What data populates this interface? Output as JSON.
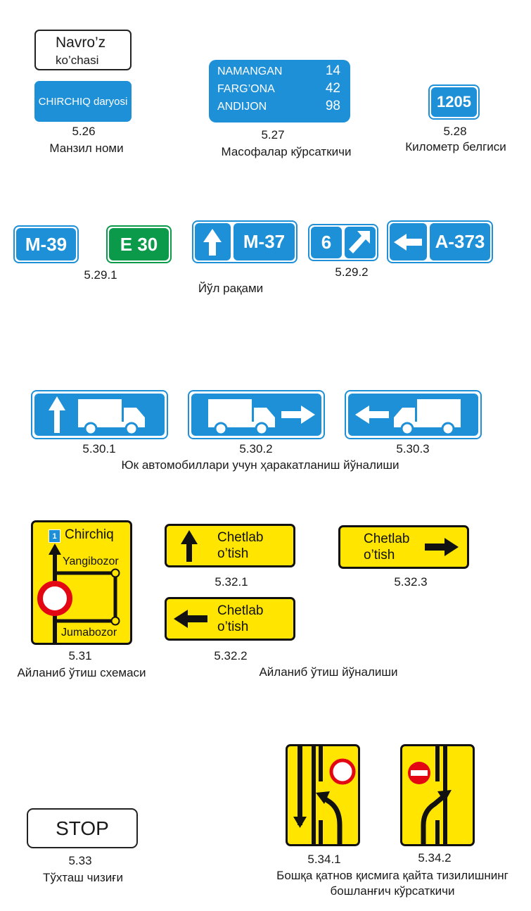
{
  "s526": {
    "street_line1": "Navro’z",
    "street_line2": "ko’chasi",
    "river": "CHIRCHIQ daryosi",
    "code": "5.26",
    "caption": "Манзил номи"
  },
  "s527": {
    "rows": [
      {
        "city": "NAMANGAN",
        "dist": "14"
      },
      {
        "city": "FARG’ONA",
        "dist": "42"
      },
      {
        "city": "ANDIJON",
        "dist": "98"
      }
    ],
    "code": "5.27",
    "caption": "Масофалар кўрсаткичи"
  },
  "s528": {
    "km": "1205",
    "code": "5.28",
    "caption": "Километр белгиси"
  },
  "s529": {
    "m39": "M-39",
    "e30": "E 30",
    "m37": "M-37",
    "six": "6",
    "a373": "A-373",
    "code1": "5.29.1",
    "code2": "5.29.2",
    "caption": "Йўл рақами"
  },
  "s530": {
    "code1": "5.30.1",
    "code2": "5.30.2",
    "code3": "5.30.3",
    "caption": "Юк автомобиллари учун ҳаракатланиш йўналиши"
  },
  "s531": {
    "badge": "1",
    "dest": "Chirchiq",
    "via1": "Yangibozor",
    "via2": "Jumabozor",
    "code": "5.31",
    "caption": "Айланиб ўтиш схемаси"
  },
  "s532": {
    "line1": "Chetlab",
    "line2": "o’tish",
    "code1": "5.32.1",
    "code2": "5.32.2",
    "code3": "5.32.3",
    "caption": "Айланиб ўтиш йўналиши"
  },
  "s533": {
    "stop": "STOP",
    "code": "5.33",
    "caption": "Тўхташ чизиғи"
  },
  "s534": {
    "code1": "5.34.1",
    "code2": "5.34.2",
    "caption_line1": "Бошқа қатнов қисмига қайта тизилишнинг",
    "caption_line2": "бошланғич кўрсаткичи"
  },
  "colors": {
    "sign_blue": "#1e90d8",
    "sign_green": "#0a9a4a",
    "sign_yellow": "#ffe500",
    "red": "#e30613"
  }
}
